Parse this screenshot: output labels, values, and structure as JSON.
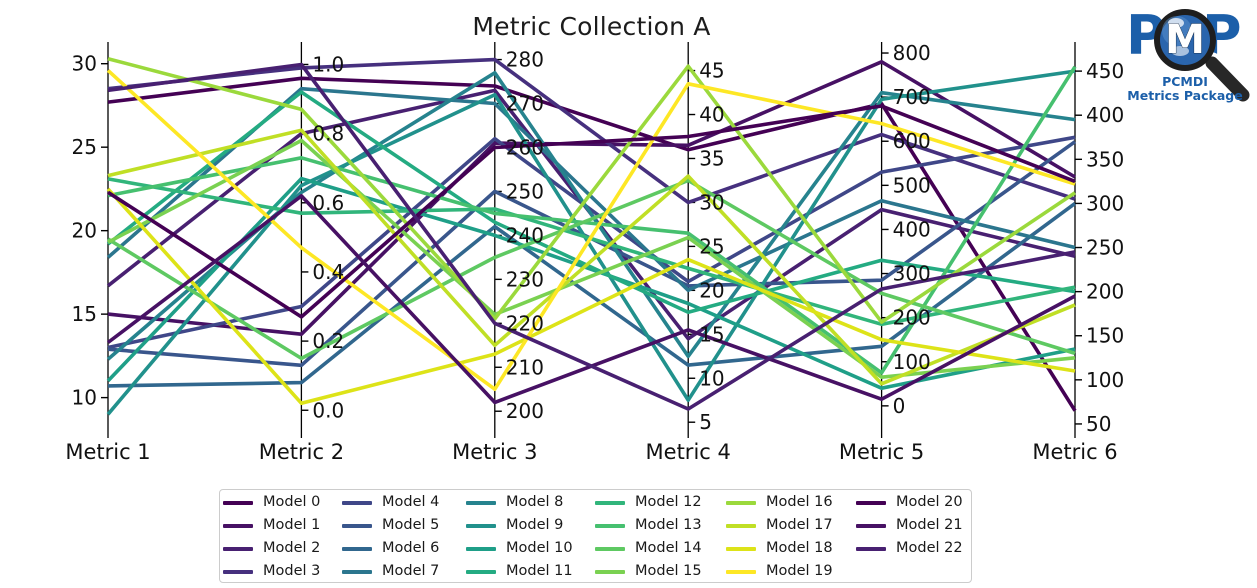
{
  "title": "Metric Collection A",
  "logo": {
    "p_left": "P",
    "m": "M",
    "p_right": "P",
    "line1": "PCMDI",
    "line2": "Metrics Package",
    "blue": "#1c5fa9"
  },
  "chart_data": {
    "type": "line",
    "subtype": "parallel-coordinates",
    "title": "Metric Collection A",
    "grid": false,
    "legend_position": "bottom",
    "axes": [
      {
        "label": "Metric 1",
        "tick_labels": [
          "10",
          "15",
          "20",
          "25",
          "30"
        ],
        "tick_values": [
          10,
          15,
          20,
          25,
          30
        ],
        "range": [
          8.0,
          31.3
        ],
        "label_side": "left"
      },
      {
        "label": "Metric 2",
        "tick_labels": [
          "0.0",
          "0.2",
          "0.4",
          "0.6",
          "0.8",
          "1.0"
        ],
        "tick_values": [
          0,
          0.2,
          0.4,
          0.6,
          0.8,
          1.0
        ],
        "range": [
          -0.06,
          1.065
        ],
        "label_side": "right"
      },
      {
        "label": "Metric 3",
        "tick_labels": [
          "200",
          "210",
          "220",
          "230",
          "240",
          "250",
          "260",
          "270",
          "280"
        ],
        "tick_values": [
          200,
          210,
          220,
          230,
          240,
          250,
          260,
          270,
          280
        ],
        "range": [
          195.5,
          284.0
        ],
        "label_side": "right"
      },
      {
        "label": "Metric 4",
        "tick_labels": [
          "5",
          "10",
          "15",
          "20",
          "25",
          "30",
          "35",
          "40",
          "45"
        ],
        "tick_values": [
          5,
          10,
          15,
          20,
          25,
          30,
          35,
          40,
          45
        ],
        "range": [
          4.0,
          48.25
        ],
        "label_side": "right"
      },
      {
        "label": "Metric 5",
        "tick_labels": [
          "0",
          "100",
          "200",
          "300",
          "400",
          "500",
          "600",
          "700",
          "800"
        ],
        "tick_values": [
          0,
          100,
          200,
          300,
          400,
          500,
          600,
          700,
          800
        ],
        "range": [
          -57,
          825
        ],
        "label_side": "right"
      },
      {
        "label": "Metric 6",
        "tick_labels": [
          "50",
          "100",
          "150",
          "200",
          "250",
          "300",
          "350",
          "400",
          "450"
        ],
        "tick_values": [
          50,
          100,
          150,
          200,
          250,
          300,
          350,
          400,
          450
        ],
        "range": [
          42,
          483
        ],
        "label_side": "right"
      }
    ],
    "palette_cycle": [
      "#440154",
      "#471164",
      "#482071",
      "#46307e",
      "#3f4788",
      "#39568c",
      "#31678e",
      "#2b768e",
      "#26838e",
      "#21918c",
      "#1f9f88",
      "#24ab82",
      "#31b57b",
      "#46c06f",
      "#5ec962",
      "#7ad151",
      "#9bd93c",
      "#c0df25",
      "#dde318",
      "#fde725"
    ],
    "series": [
      {
        "name": "Model 0",
        "color": "#440154",
        "values": [
          27.7,
          0.96,
          274,
          36.0,
          685,
          65
        ]
      },
      {
        "name": "Model 1",
        "color": "#471164",
        "values": [
          15.0,
          0.22,
          261,
          36.5,
          780,
          330
        ]
      },
      {
        "name": "Model 2",
        "color": "#482071",
        "values": [
          16.7,
          0.8,
          273,
          14.5,
          445,
          240
        ]
      },
      {
        "name": "Model 3",
        "color": "#46307e",
        "values": [
          28.5,
          0.99,
          280,
          30.0,
          615,
          305
        ]
      },
      {
        "name": "Model 4",
        "color": "#3f4788",
        "values": [
          13.0,
          0.3,
          262,
          21.0,
          530,
          375
        ]
      },
      {
        "name": "Model 5",
        "color": "#39568c",
        "values": [
          12.9,
          0.13,
          250,
          20.5,
          285,
          370
        ]
      },
      {
        "name": "Model 6",
        "color": "#31678e",
        "values": [
          10.7,
          0.08,
          242,
          11.5,
          135,
          300
        ]
      },
      {
        "name": "Model 7",
        "color": "#2b768e",
        "values": [
          18.4,
          0.93,
          270,
          20.0,
          465,
          250
        ]
      },
      {
        "name": "Model 8",
        "color": "#26838e",
        "values": [
          12.3,
          0.63,
          277,
          12.5,
          710,
          395
        ]
      },
      {
        "name": "Model 9",
        "color": "#21918c",
        "values": [
          9.0,
          0.65,
          272,
          7.5,
          695,
          450
        ]
      },
      {
        "name": "Model 10",
        "color": "#1f9f88",
        "values": [
          11.0,
          0.67,
          240,
          18.5,
          40,
          135
        ]
      },
      {
        "name": "Model 11",
        "color": "#24ab82",
        "values": [
          19.2,
          0.92,
          243,
          17.5,
          330,
          200
        ]
      },
      {
        "name": "Model 12",
        "color": "#31b57b",
        "values": [
          23.1,
          0.57,
          246,
          22.5,
          185,
          205
        ]
      },
      {
        "name": "Model 13",
        "color": "#46c06f",
        "values": [
          22.1,
          0.73,
          245,
          26.5,
          75,
          455
        ]
      },
      {
        "name": "Model 14",
        "color": "#5ec962",
        "values": [
          19.5,
          0.15,
          235,
          32.5,
          255,
          130
        ]
      },
      {
        "name": "Model 15",
        "color": "#7ad151",
        "values": [
          19.3,
          0.78,
          222,
          26.0,
          65,
          125
        ]
      },
      {
        "name": "Model 16",
        "color": "#9bd93c",
        "values": [
          30.3,
          0.87,
          221,
          45.5,
          190,
          312
        ]
      },
      {
        "name": "Model 17",
        "color": "#c0df25",
        "values": [
          23.3,
          0.81,
          215,
          33.0,
          50,
          185
        ]
      },
      {
        "name": "Model 18",
        "color": "#dde318",
        "values": [
          22.5,
          0.02,
          213,
          23.5,
          150,
          110
        ]
      },
      {
        "name": "Model 19",
        "color": "#fde725",
        "values": [
          29.6,
          0.47,
          205,
          43.5,
          640,
          322
        ]
      },
      {
        "name": "Model 20",
        "color": "#440154",
        "values": [
          22.3,
          0.27,
          260,
          37.5,
          680,
          325
        ]
      },
      {
        "name": "Model 21",
        "color": "#471164",
        "values": [
          13.3,
          0.62,
          202,
          15.5,
          15,
          195
        ]
      },
      {
        "name": "Model 22",
        "color": "#482071",
        "values": [
          28.4,
          1.0,
          220,
          6.5,
          265,
          245
        ]
      }
    ]
  }
}
